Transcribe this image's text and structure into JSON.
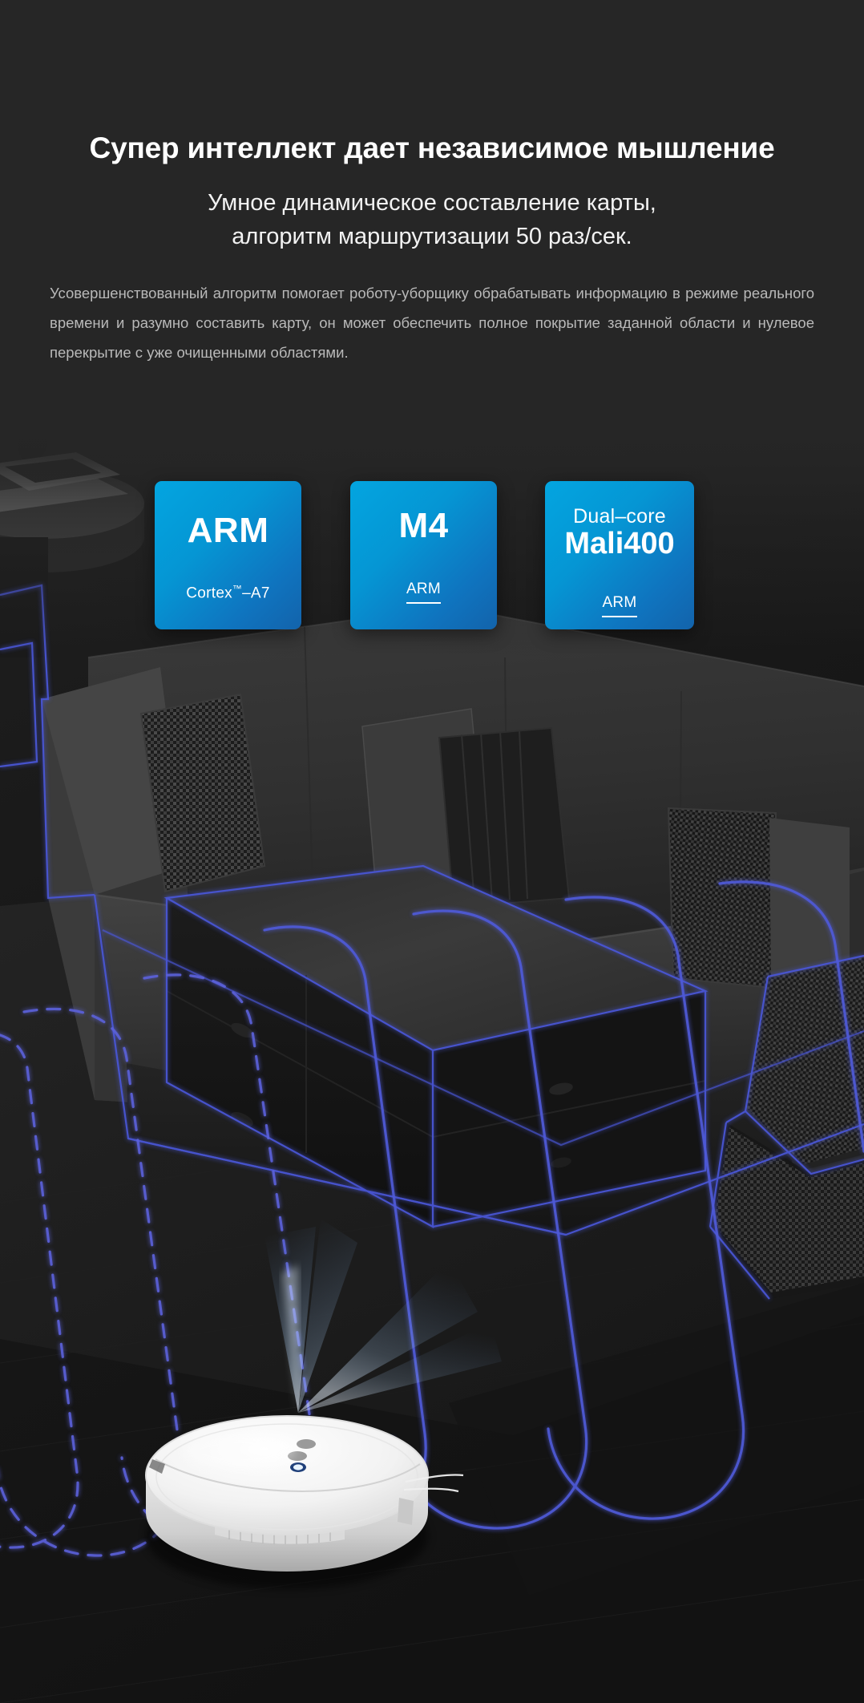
{
  "background_color": "#262626",
  "headline": "Супер интеллект дает независимое мышление",
  "subhead": {
    "line1": "Умное динамическое составление карты,",
    "line2": "алгоритм маршрутизации 50 раз/сек."
  },
  "paragraph": "Усовершенствованный алгоритм помогает роботу-уборщику  обрабатывать информацию в режиме реального времени и разумно составить карту, он может обеспечить полное покрытие заданной области и нулевое перекрытие с уже очищенными областями.",
  "chips": [
    {
      "id": "chip-arm-cortex-a7",
      "top_label": "",
      "main_label": "ARM",
      "sub_label": "Cortex",
      "sub_suffix": "–A7",
      "trademark": "™",
      "sub_underlined": false,
      "accent_start": "#03a5e0",
      "accent_end": "#1363ab"
    },
    {
      "id": "chip-m4-arm",
      "top_label": "",
      "main_label": "M4",
      "sub_label": "ARM",
      "sub_suffix": "",
      "trademark": "",
      "sub_underlined": true,
      "accent_start": "#03a5e0",
      "accent_end": "#1363ab"
    },
    {
      "id": "chip-dualcore-mali400",
      "top_label": "Dual–core",
      "main_label": "Mali400",
      "sub_label": "ARM",
      "sub_suffix": "",
      "trademark": "",
      "sub_underlined": true,
      "accent_start": "#03a5e0",
      "accent_end": "#1363ab"
    }
  ],
  "scene": {
    "description": "dark living room with sofa, coffee table, ottoman and robot vacuum",
    "path_color_solid": "#4f5ad8",
    "path_color_dashed": "#5c62dd",
    "edge_highlight_color": "#4a56d6",
    "beam_color": "#bcd8f5",
    "robot_body_color": "#f2f2f2",
    "floor_color": "#1c1c1c"
  }
}
